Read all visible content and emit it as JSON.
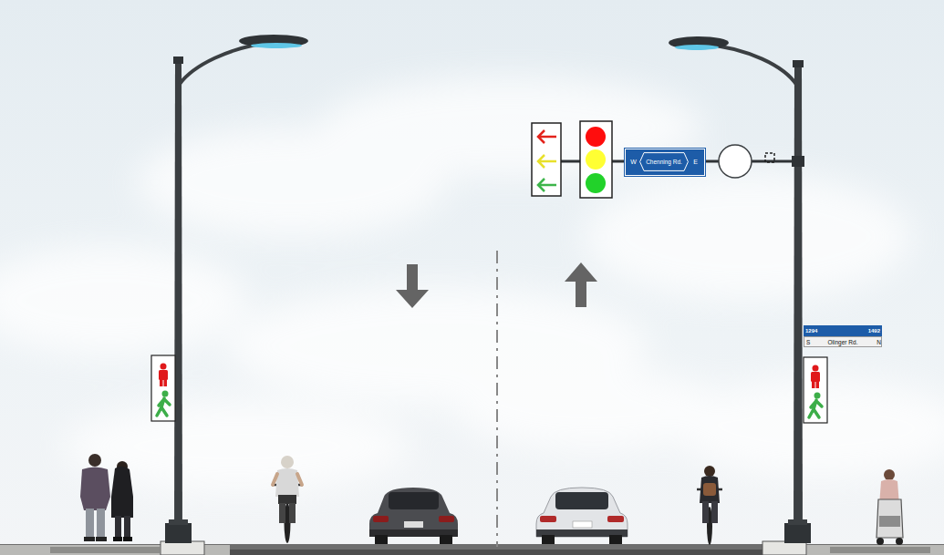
{
  "diagram": {
    "nodes": [
      {
        "text": [
          "W",
          "E"
        ]
      },
      {
        "text": [
          "Chenning Rd."
        ],
        "in": 0
      },
      {
        "text": [
          "1294",
          "1492"
        ]
      },
      {
        "text": [
          "S",
          "Olinger Rd.",
          "N"
        ]
      }
    ]
  }
}
